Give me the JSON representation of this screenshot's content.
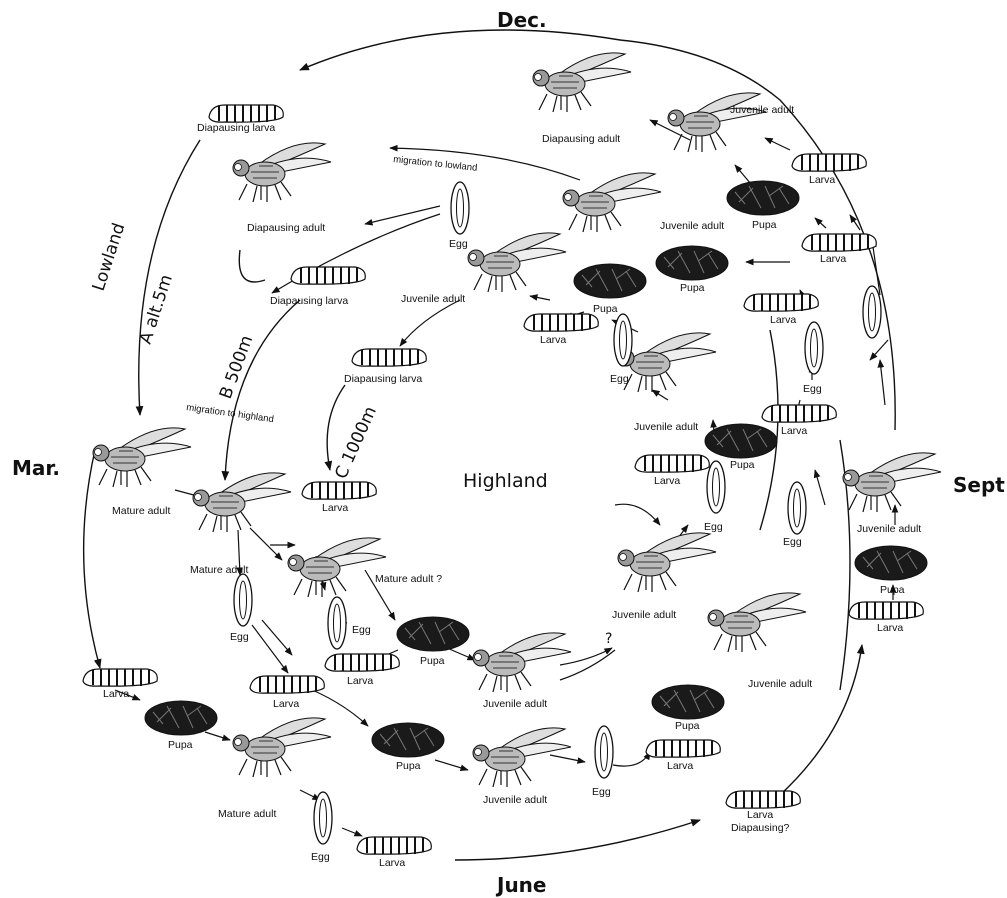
{
  "months": {
    "top": "Dec.",
    "left": "Mar.",
    "right": "Sept",
    "bottom": "June"
  },
  "center_label": "Highland",
  "ring_labels": {
    "outer": "Lowland"
  },
  "altitudes": {
    "a": "A  alt.5m",
    "b": "B  500m",
    "c": "C  1000m"
  },
  "notes": {
    "migration_lowland": "migration to lowland",
    "migration_highland": "migration to highland",
    "question": "?"
  },
  "stages": {
    "diapausing_larva": "Diapausing larva",
    "diapausing_adult": "Diapausing adult",
    "juvenile_adult": "Juvenile adult",
    "mature_adult": "Mature adult",
    "mature_adult_q": "Mature adult ?",
    "larva": "Larva",
    "pupa": "Pupa",
    "egg": "Egg",
    "larva_diapausing": "Larva",
    "diapausing_q": "Diapausing?"
  },
  "colors": {
    "ink": "#111111",
    "pupa_fill": "#1a1a1a",
    "background": "#ffffff"
  }
}
